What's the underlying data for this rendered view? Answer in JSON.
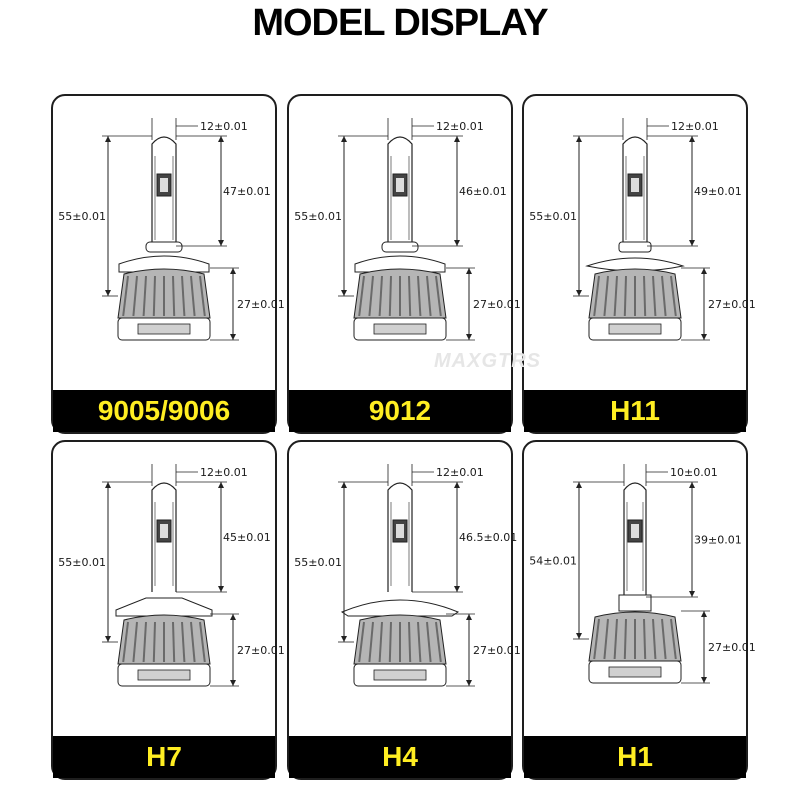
{
  "title": "MODEL DISPLAY",
  "watermark": "MAXGTRS",
  "models": [
    {
      "name": "9005/9006",
      "dim_top": "12±0.01",
      "dim_total": "55±0.01",
      "dim_upper": "47±0.01",
      "dim_lower": "27±0.01"
    },
    {
      "name": "9012",
      "dim_top": "12±0.01",
      "dim_total": "55±0.01",
      "dim_upper": "46±0.01",
      "dim_lower": "27±0.01"
    },
    {
      "name": "H11",
      "dim_top": "12±0.01",
      "dim_total": "55±0.01",
      "dim_upper": "49±0.01",
      "dim_lower": "27±0.01"
    },
    {
      "name": "H7",
      "dim_top": "12±0.01",
      "dim_total": "55±0.01",
      "dim_upper": "45±0.01",
      "dim_lower": "27±0.01"
    },
    {
      "name": "H4",
      "dim_top": "12±0.01",
      "dim_total": "55±0.01",
      "dim_upper": "46.5±0.01",
      "dim_lower": "27±0.01"
    },
    {
      "name": "H1",
      "dim_top": "10±0.01",
      "dim_total": "54±0.01",
      "dim_upper": "39±0.01",
      "dim_lower": "27±0.01"
    }
  ],
  "colors": {
    "caption_bg": "#000000",
    "caption_text": "#ffee22",
    "line": "#222222"
  }
}
